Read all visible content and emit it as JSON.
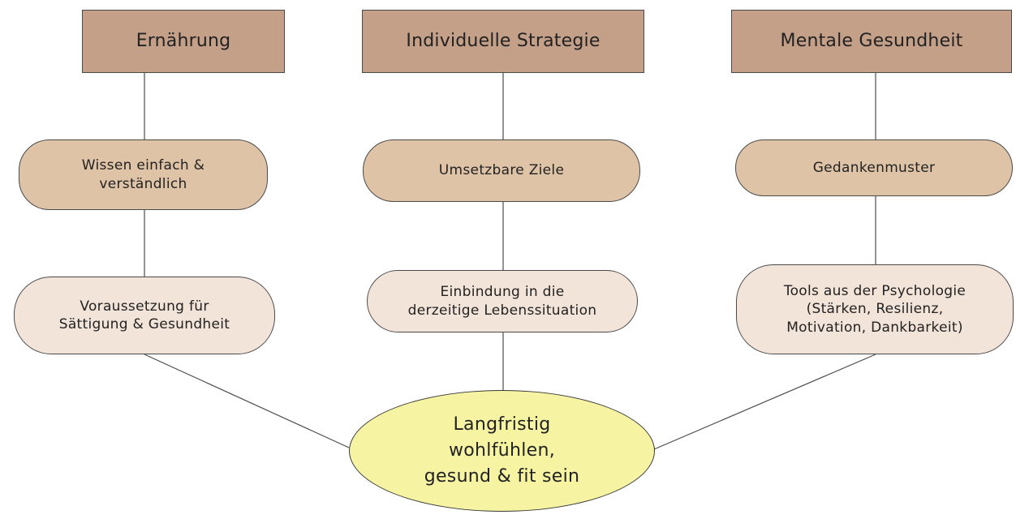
{
  "diagram": {
    "columns": [
      {
        "header": "Ernährung",
        "sub": "Wissen einfach &\nverständlich",
        "detail": "Voraussetzung für\nSättigung & Gesundheit"
      },
      {
        "header": "Individuelle Strategie",
        "sub": "Umsetzbare Ziele",
        "detail": "Einbindung in die\nderzeitige Lebenssituation"
      },
      {
        "header": "Mentale Gesundheit",
        "sub": "Gedankenmuster",
        "detail": "Tools aus der Psychologie\n(Stärken, Resilienz,\nMotivation, Dankbarkeit)"
      }
    ],
    "goal": "Langfristig\nwohlfühlen,\ngesund & fit sein",
    "colors": {
      "header_fill": "#c4a088",
      "sub_fill": "#dfc3a6",
      "detail_fill": "#f3e4da",
      "goal_fill": "#f6f4a3",
      "stroke": "#4a4a4a"
    }
  }
}
